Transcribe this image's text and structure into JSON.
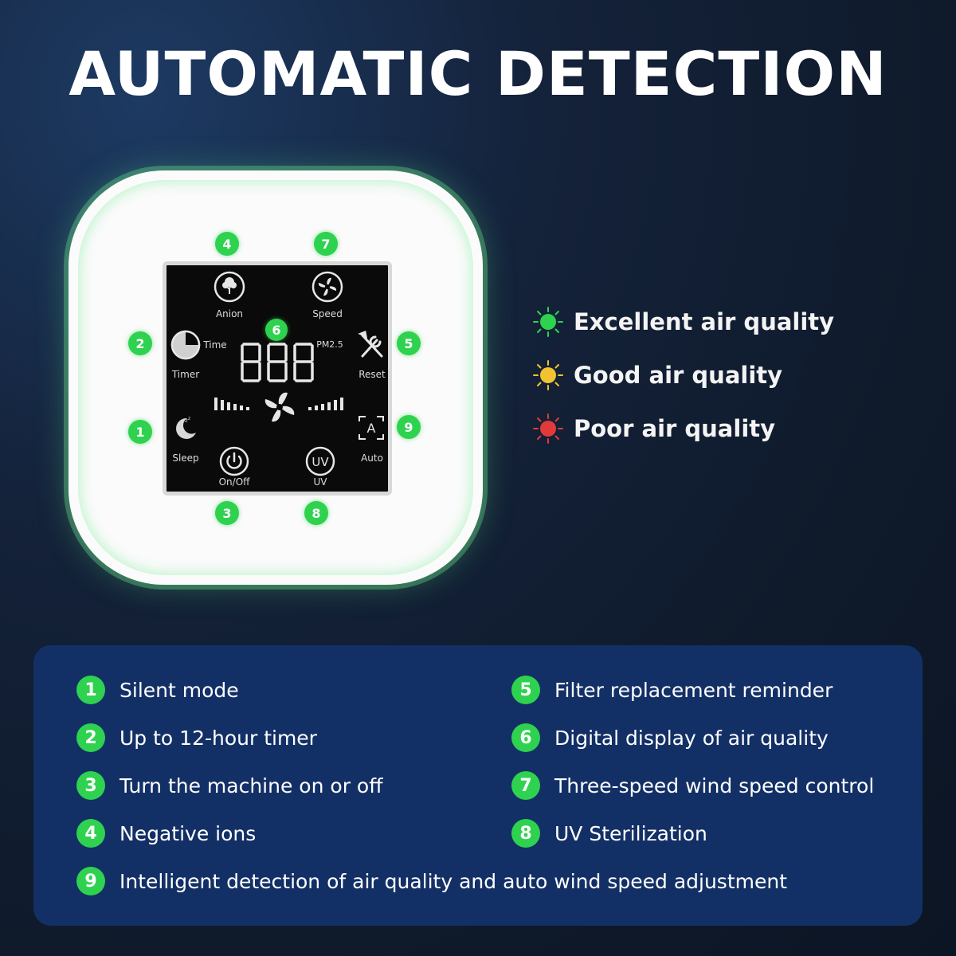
{
  "title": "AUTOMATIC DETECTION",
  "device": {
    "buttons": [
      {
        "badge": "4",
        "label": "Anion",
        "icon": "tree-icon"
      },
      {
        "badge": "7",
        "label": "Speed",
        "icon": "fan-icon"
      },
      {
        "badge": "2",
        "label": "Timer",
        "icon": "clock-icon"
      },
      {
        "badge": "5",
        "label": "Reset",
        "icon": "tools-icon"
      },
      {
        "badge": "1",
        "label": "Sleep",
        "icon": "moon-icon"
      },
      {
        "badge": "9",
        "label": "Auto",
        "icon": "auto-icon"
      },
      {
        "badge": "3",
        "label": "On/Off",
        "icon": "power-icon"
      },
      {
        "badge": "8",
        "label": "UV",
        "icon": "uv-icon"
      }
    ],
    "display": {
      "badge": "6",
      "time_label": "Time",
      "pm_label": "PM2.5",
      "digits": "888",
      "uv_glyph": "UV",
      "auto_glyph": "A"
    }
  },
  "legend": [
    {
      "label": "Excellent air quality",
      "color": "#2ed24f"
    },
    {
      "label": "Good air quality",
      "color": "#f2c230"
    },
    {
      "label": "Poor air quality",
      "color": "#e23a3a"
    }
  ],
  "features": [
    {
      "num": "1",
      "text": "Silent mode"
    },
    {
      "num": "2",
      "text": "Up to 12-hour timer"
    },
    {
      "num": "3",
      "text": "Turn the machine on or off"
    },
    {
      "num": "4",
      "text": "Negative ions"
    },
    {
      "num": "5",
      "text": "Filter replacement reminder"
    },
    {
      "num": "6",
      "text": "Digital display of air quality"
    },
    {
      "num": "7",
      "text": "Three-speed wind speed control"
    },
    {
      "num": "8",
      "text": "UV Sterilization"
    },
    {
      "num": "9",
      "text": "Intelligent detection of air quality and auto wind speed adjustment"
    }
  ]
}
